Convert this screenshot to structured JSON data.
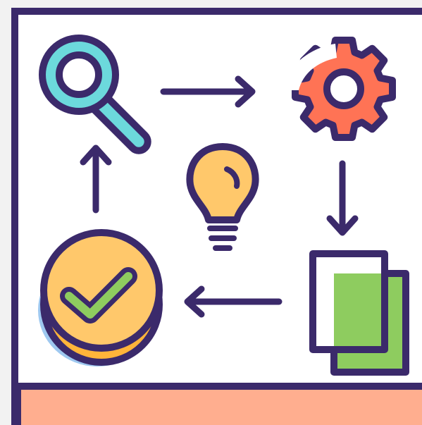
{
  "diagram": {
    "kind": "process-cycle-icon",
    "nodes": [
      {
        "id": "search",
        "icon": "magnifying-glass-icon"
      },
      {
        "id": "process",
        "icon": "gear-icon"
      },
      {
        "id": "documents",
        "icon": "documents-icon"
      },
      {
        "id": "approved",
        "icon": "check-coin-stack-icon"
      }
    ],
    "center": {
      "icon": "lightbulb-icon"
    },
    "edges": [
      {
        "from": "search",
        "to": "process"
      },
      {
        "from": "process",
        "to": "documents"
      },
      {
        "from": "documents",
        "to": "approved"
      },
      {
        "from": "approved",
        "to": "search"
      }
    ]
  },
  "colors": {
    "outline": "#3b2a6b",
    "background": "#f2f2f2",
    "frame_fill": "#ffffff",
    "footer_band": "#ffae8f",
    "search_lens": "#6cd9dc",
    "gear": "#ff7355",
    "gear_highlight": "#ffffff",
    "bulb": "#ffc86b",
    "doc_back": "#8ecc5f",
    "doc_front": "#ffffff",
    "doc_front_fill": "#8ecc5f",
    "coin_top": "#ffc86b",
    "coin_mid": "#ffb43a",
    "coin_shadow": "#9ec8f0",
    "check": "#8ecc5f"
  }
}
